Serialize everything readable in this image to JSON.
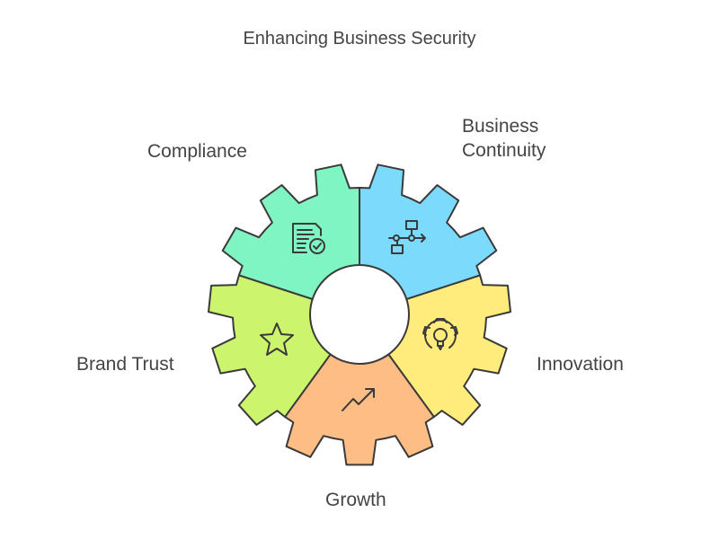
{
  "title": "Enhancing Business Security",
  "segments": [
    {
      "label": "Compliance",
      "icon": "document-check-icon",
      "color": "#80F5C4"
    },
    {
      "label_line1": "Business",
      "label_line2": "Continuity",
      "icon": "flowchart-icon",
      "color": "#7CDBFC"
    },
    {
      "label": "Innovation",
      "icon": "gear-lightbulb-icon",
      "color": "#FFEC7C"
    },
    {
      "label": "Growth",
      "icon": "trend-up-icon",
      "color": "#FDBD84"
    },
    {
      "label": "Brand Trust",
      "icon": "star-icon",
      "color": "#CCF46C"
    }
  ],
  "stroke_color": "#3A3A3A"
}
